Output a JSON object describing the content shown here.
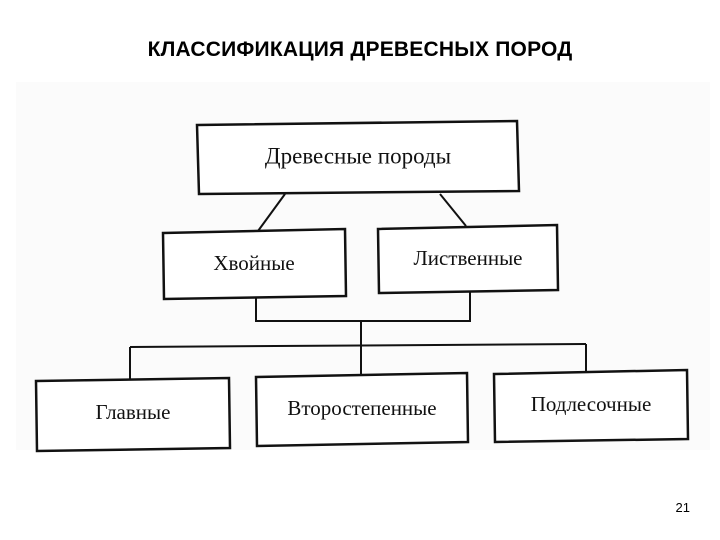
{
  "slide": {
    "title": "КЛАССИФИКАЦИЯ ДРЕВЕСНЫХ ПОРОД",
    "page_number": "21"
  },
  "diagram": {
    "root": "Древесные породы",
    "level1": [
      "Хвойные",
      "Лиственные"
    ],
    "level2": [
      "Главные",
      "Второстепенные",
      "Подлесочные"
    ]
  },
  "colors": {
    "line": "#111111",
    "box_fill": "#ffffff",
    "background": "#ffffff"
  }
}
